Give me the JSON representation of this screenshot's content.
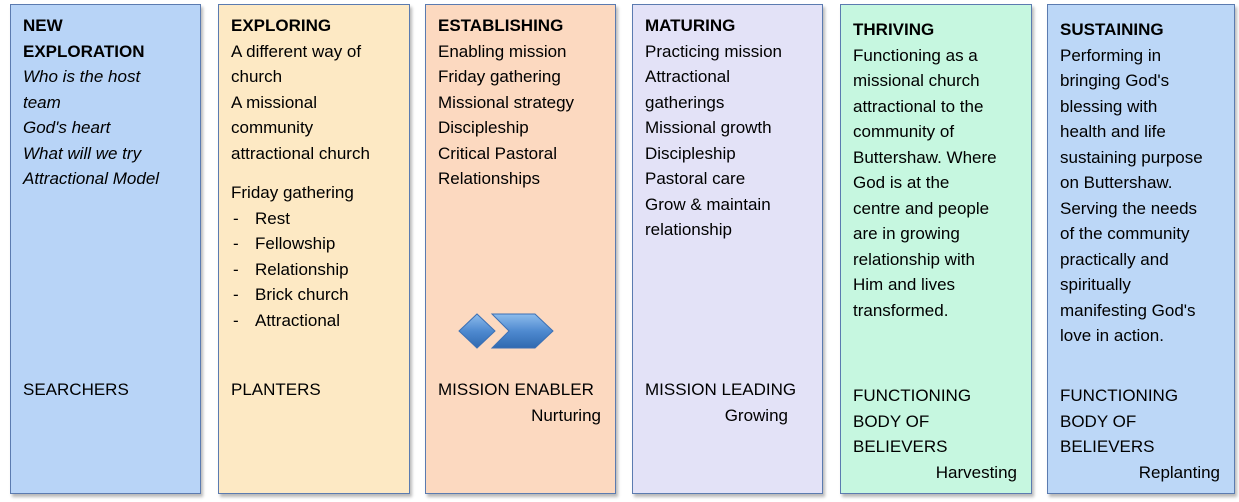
{
  "stages": [
    {
      "id": "new-exploration",
      "title_lines": [
        "NEW",
        "EXPLORATION"
      ],
      "body_italic": [
        "Who is the host",
        "team",
        "God's heart",
        "What will we try",
        "Attractional Model"
      ],
      "footer_lines": [
        "SEARCHERS"
      ],
      "footer_right": "",
      "color": "#b8d4f7"
    },
    {
      "id": "exploring",
      "title_lines": [
        "EXPLORING"
      ],
      "body": [
        "A different way of",
        "church",
        "A missional",
        "community",
        "attractional church"
      ],
      "subheading": "Friday gathering",
      "list": [
        "Rest",
        "Fellowship",
        "Relationship",
        "Brick church",
        "Attractional"
      ],
      "list_marker": "-",
      "footer_lines": [
        "PLANTERS"
      ],
      "footer_right": "",
      "color": "#fde9c4"
    },
    {
      "id": "establishing",
      "title_lines": [
        "ESTABLISHING"
      ],
      "body": [
        "Enabling mission",
        "Friday gathering",
        "Missional strategy",
        "Discipleship",
        "Critical Pastoral",
        "Relationships"
      ],
      "footer_lines": [
        "MISSION ENABLER"
      ],
      "footer_right": "Nurturing",
      "color": "#fcd9c0"
    },
    {
      "id": "maturing",
      "title_lines": [
        "MATURING"
      ],
      "body": [
        "Practicing mission",
        "Attractional",
        "gatherings",
        "Missional growth",
        "Discipleship",
        "Pastoral care",
        "Grow & maintain",
        "relationship"
      ],
      "footer_lines": [
        "MISSION LEADING"
      ],
      "footer_right": "Growing",
      "color": "#e3e2f7"
    },
    {
      "id": "thriving",
      "title_lines": [
        "THRIVING"
      ],
      "body": [
        "Functioning as a",
        "missional church",
        "attractional to the",
        "community of",
        "Buttershaw. Where",
        "God is at the",
        "centre and people",
        "are in growing",
        "relationship with",
        "Him and lives",
        "transformed."
      ],
      "footer_lines": [
        "FUNCTIONING",
        "BODY OF",
        "BELIEVERS"
      ],
      "footer_right": "Harvesting",
      "color": "#c6f7e0"
    },
    {
      "id": "sustaining",
      "title_lines": [
        "SUSTAINING"
      ],
      "body": [
        "Performing in",
        "bringing God's",
        "blessing with",
        "health and life",
        "sustaining purpose",
        "on Buttershaw.",
        "Serving the needs",
        "of the community",
        "practically and",
        "spiritually",
        "manifesting God's",
        "love in action."
      ],
      "footer_lines": [
        "FUNCTIONING",
        "BODY OF",
        "BELIEVERS"
      ],
      "footer_right": "Replanting",
      "color": "#bcd7f7"
    }
  ],
  "arrow_icon": {
    "name": "chevron-arrow-icon",
    "color": "#4f8ad0"
  },
  "border_color": "#5b7bb0"
}
